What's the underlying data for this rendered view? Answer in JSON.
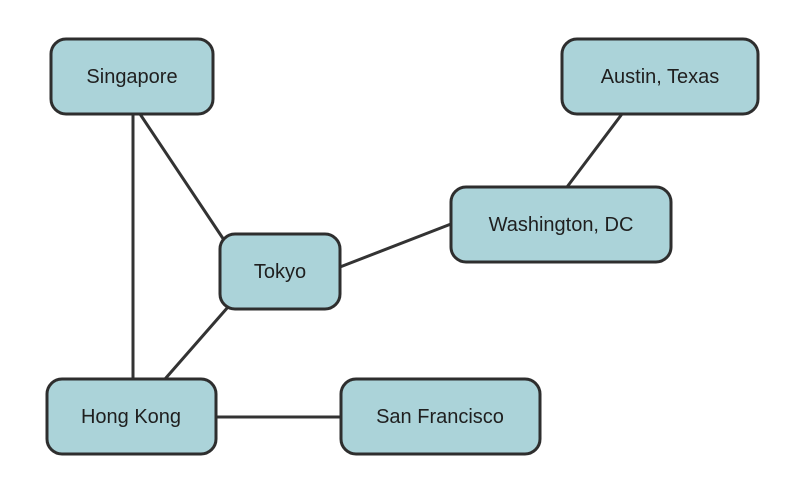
{
  "colors": {
    "node_fill": "#abd3d9",
    "node_stroke": "#2e2e2e",
    "edge": "#333333",
    "text": "#1f1f1f"
  },
  "nodes": [
    {
      "id": "singapore",
      "label": "Singapore"
    },
    {
      "id": "austin",
      "label": "Austin, Texas"
    },
    {
      "id": "washington",
      "label": "Washington, DC"
    },
    {
      "id": "tokyo",
      "label": "Tokyo"
    },
    {
      "id": "hongkong",
      "label": "Hong Kong"
    },
    {
      "id": "sanfrancisco",
      "label": "San Francisco"
    }
  ],
  "edges": [
    {
      "from": "singapore",
      "to": "tokyo"
    },
    {
      "from": "singapore",
      "to": "hongkong"
    },
    {
      "from": "tokyo",
      "to": "hongkong"
    },
    {
      "from": "tokyo",
      "to": "washington"
    },
    {
      "from": "washington",
      "to": "austin"
    },
    {
      "from": "hongkong",
      "to": "sanfrancisco"
    }
  ]
}
